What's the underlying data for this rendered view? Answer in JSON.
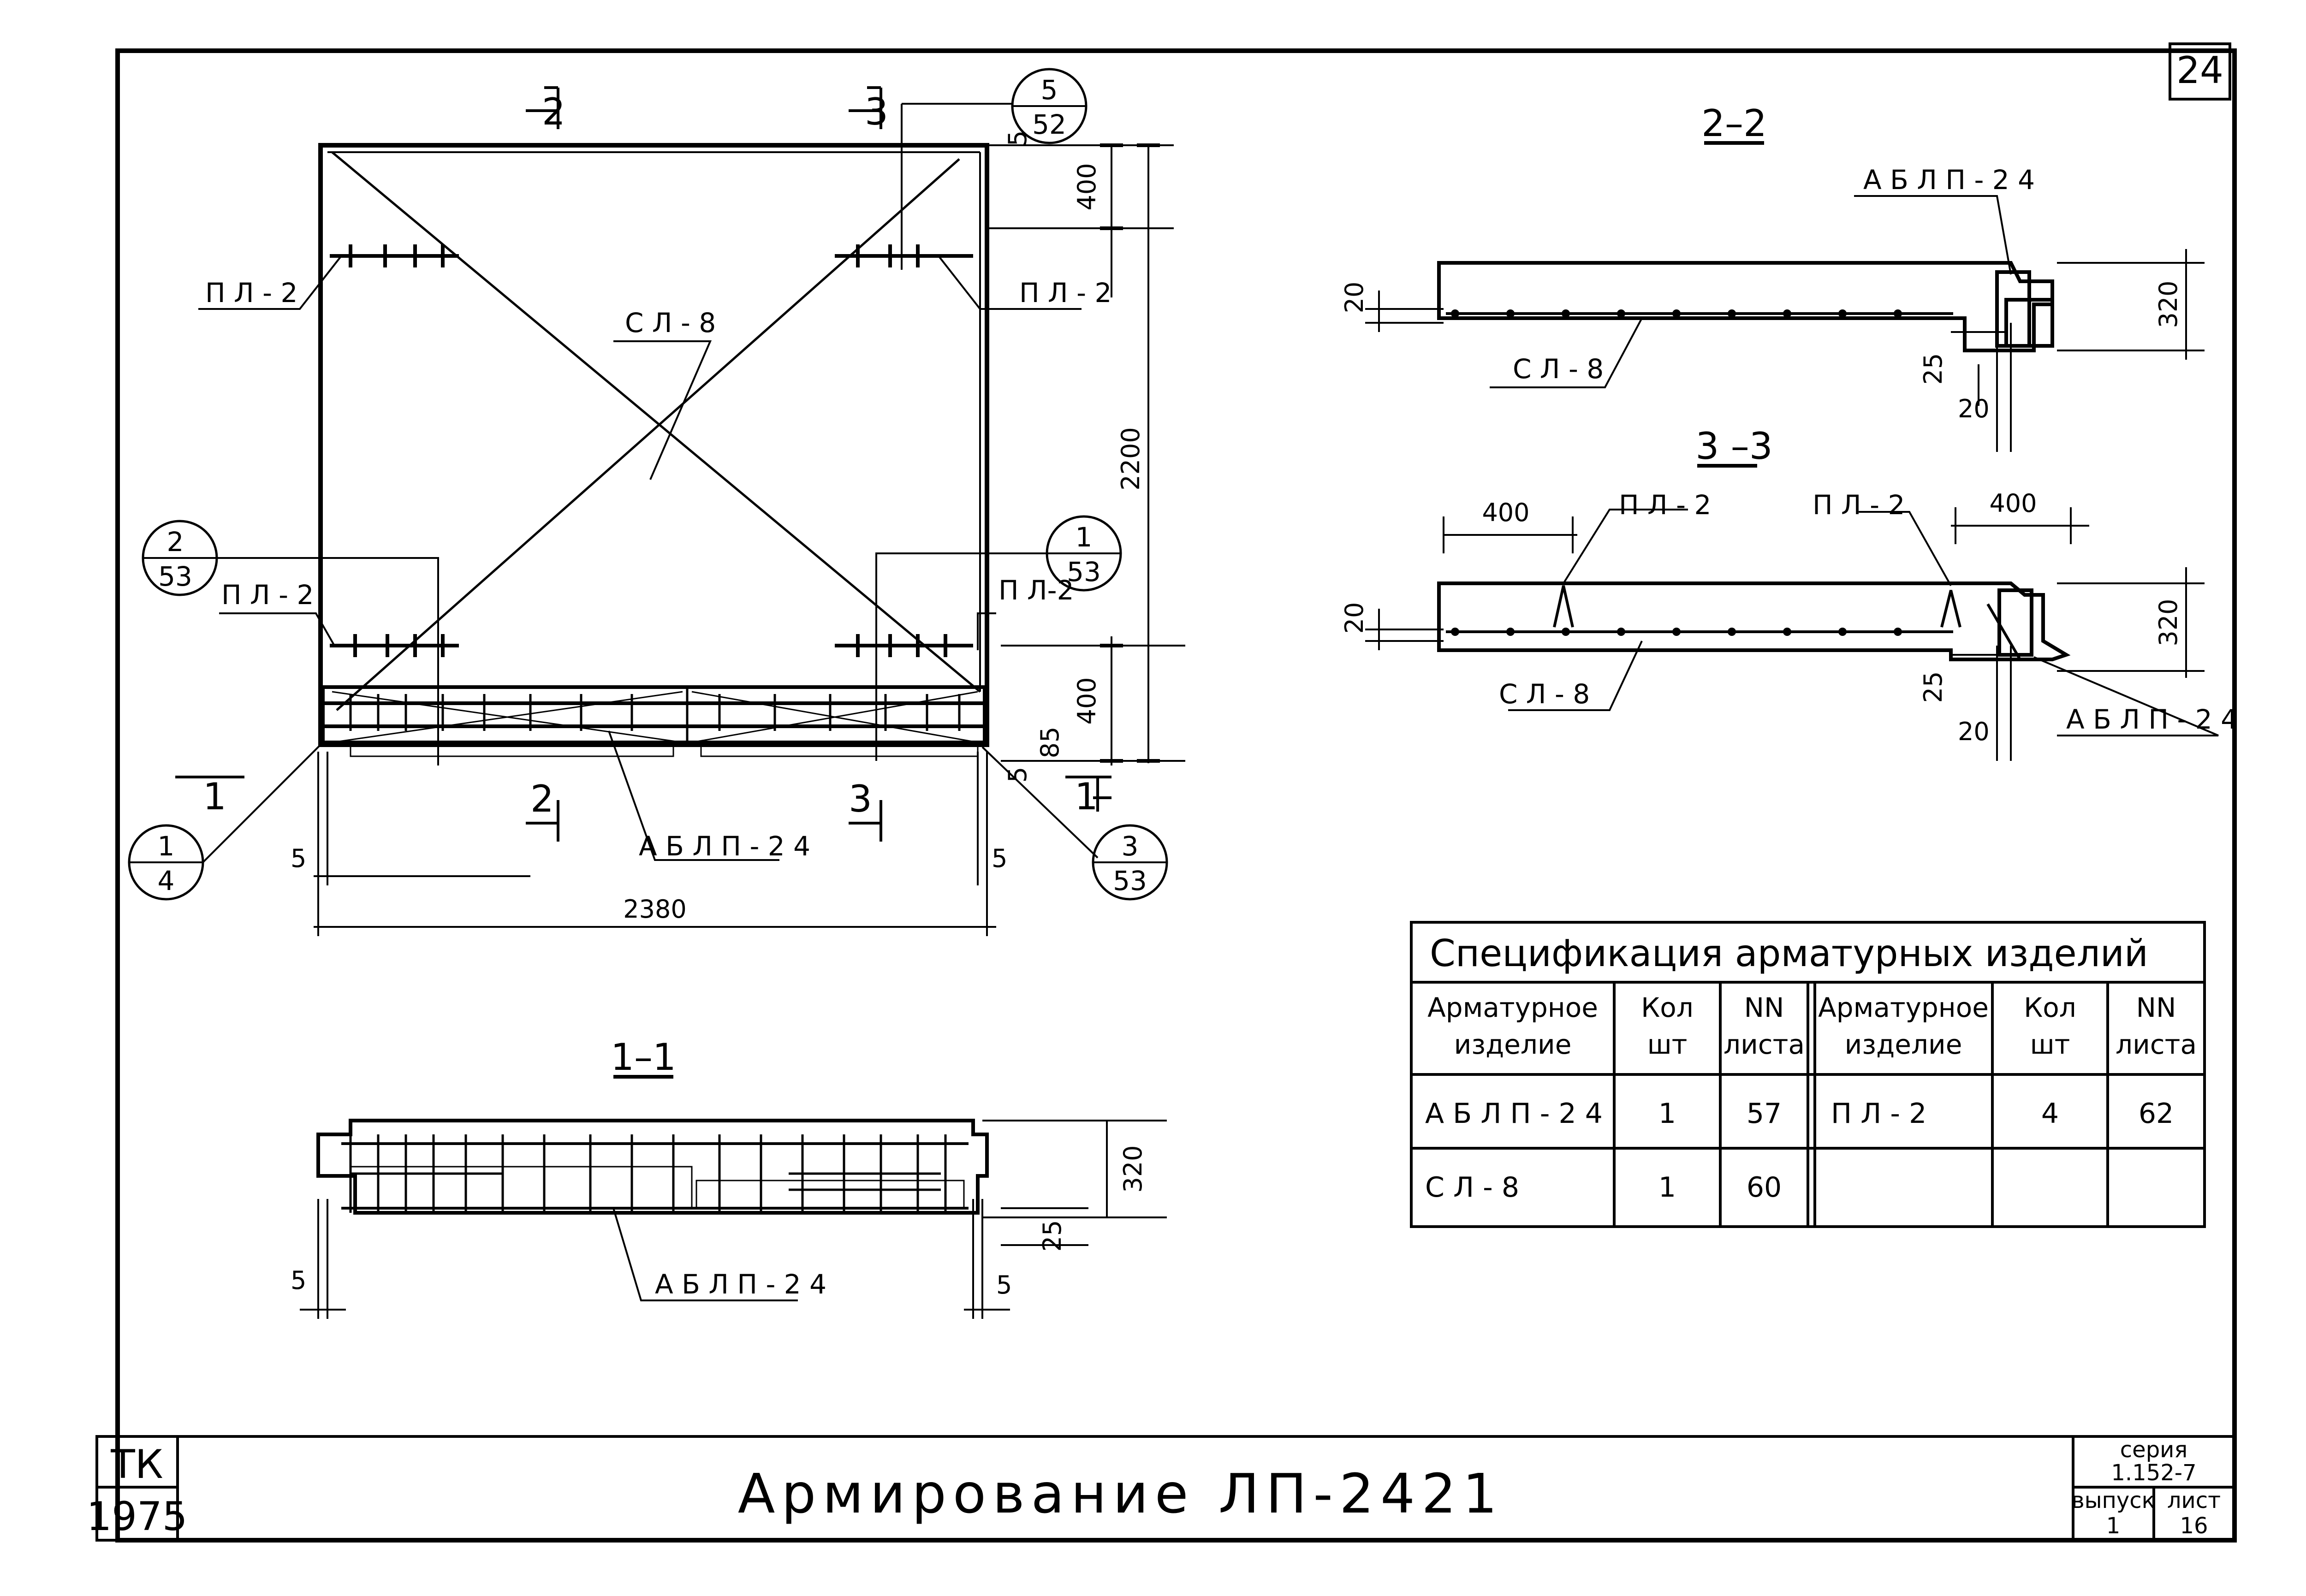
{
  "sheet": {
    "page_number": "24"
  },
  "views": {
    "plan": {
      "cut_marks": {
        "cut2": "2",
        "cut3": "3",
        "cut1": "1"
      },
      "callouts": {
        "c552_top": "5",
        "c552_bot": "52",
        "c253_top": "2",
        "c253_bot": "53",
        "c153_top": "1",
        "c153_bot": "53",
        "c353_top": "3",
        "c353_bot": "53",
        "c14_top": "1",
        "c14_bot": "4"
      },
      "labels": {
        "pl2": "П Л - 2",
        "pl2_b": "П Л - 2",
        "pl2_c": "П Л - 2",
        "pl2_d": "П Л-2",
        "sl8": "С Л - 8",
        "ablp": "А Б Л П - 2 4"
      },
      "dims": {
        "d400a": "400",
        "d2200": "2200",
        "d400b": "400",
        "d85": "85",
        "d5a": "5",
        "d5b": "5",
        "d5c": "5",
        "d5d": "5",
        "d2380": "2380"
      }
    },
    "section11": {
      "title": "1–1",
      "label": "А Б Л П - 2 4",
      "d320": "320",
      "d25": "25",
      "d5a": "5",
      "d5b": "5"
    },
    "section22": {
      "title": "2–2",
      "label_ablp": "А Б Л П - 2 4",
      "label_sl": "С Л - 8",
      "d20": "20",
      "d320": "320",
      "d25": "25",
      "d20b": "20"
    },
    "section33": {
      "title": "3 –3",
      "label_pl_a": "П Л - 2",
      "label_pl_b": "П Л - 2",
      "label_sl": "С Л - 8",
      "label_ablp": "А Б Л П - 2 4",
      "d400a": "400",
      "d400b": "400",
      "d20": "20",
      "d320": "320",
      "d25": "25",
      "d20b": "20"
    }
  },
  "spec_table": {
    "title": "Спецификация арматурных изделий",
    "headers": [
      [
        "Арматурное",
        "изделие"
      ],
      [
        "Кол",
        "шт"
      ],
      [
        "NN",
        "листа"
      ],
      [
        "Арматурное",
        "изделие"
      ],
      [
        "Кол",
        "шт"
      ],
      [
        "NN",
        "листа"
      ]
    ],
    "rows": [
      [
        "А Б Л П - 2 4",
        "1",
        "57",
        "П Л - 2",
        "4",
        "62"
      ],
      [
        "С Л - 8",
        "1",
        "60",
        "",
        "",
        ""
      ]
    ]
  },
  "title_block": {
    "org_top": "ТК",
    "org_bottom": "1975",
    "title": "Армирование ЛП-2421",
    "series_label": "серия",
    "series_value": "1.152-7",
    "issue_label": "выпуск",
    "issue_value": "1",
    "sheet_label": "лист",
    "sheet_value": "16"
  }
}
